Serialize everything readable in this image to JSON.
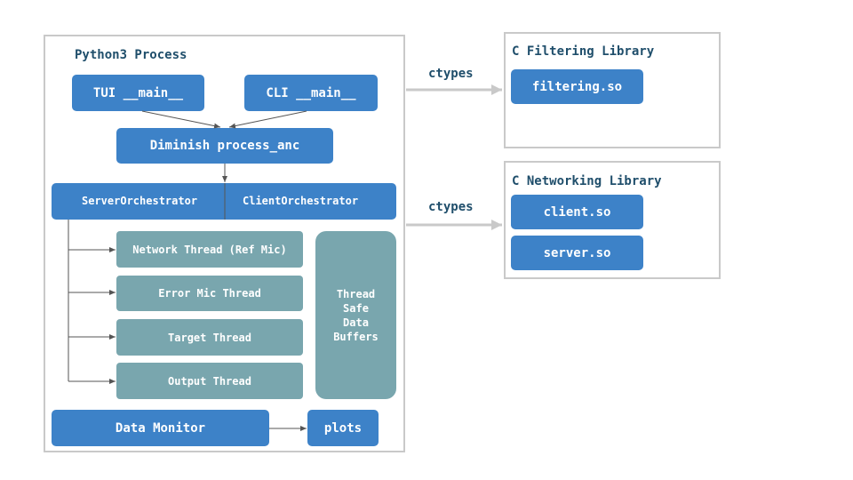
{
  "python_process": {
    "title": "Python3 Process",
    "tui_main": "TUI __main__",
    "cli_main": "CLI __main__",
    "diminish": "Diminish process_anc",
    "server_orchestrator": "ServerOrchestrator",
    "client_orchestrator": "ClientOrchestrator",
    "threads": [
      "Network Thread (Ref Mic)",
      "Error Mic Thread",
      "Target Thread",
      "Output Thread"
    ],
    "buffers": "Thread Safe Data Buffers",
    "data_monitor": "Data Monitor",
    "plots": "plots"
  },
  "connectors": {
    "ctypes_top": "ctypes",
    "ctypes_bottom": "ctypes"
  },
  "filtering_library": {
    "title": "C Filtering Library",
    "items": [
      "filtering.so"
    ]
  },
  "networking_library": {
    "title": "C Networking Library",
    "items": [
      "client.so",
      "server.so"
    ]
  }
}
